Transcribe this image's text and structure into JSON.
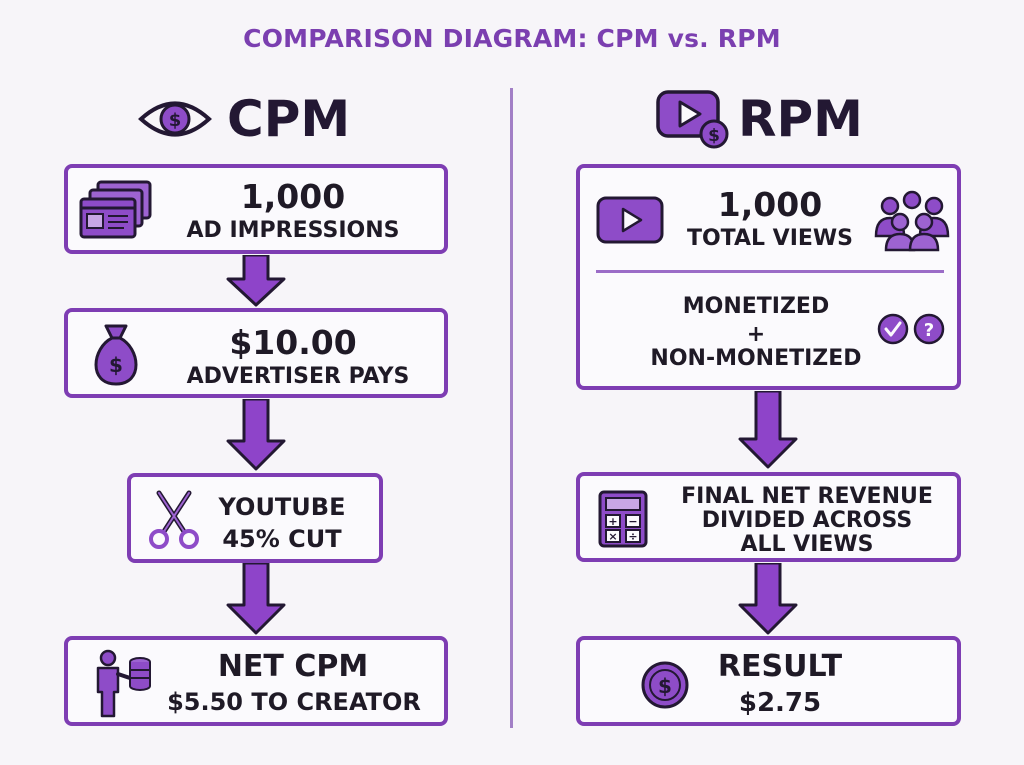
{
  "title": "COMPARISON DIAGRAM: CPM vs. RPM",
  "colors": {
    "accent": "#7e3db3",
    "text": "#1f1a26",
    "background": "#f7f5f9"
  },
  "left": {
    "heading": "CPM",
    "heading_icon": "eye-dollar-icon",
    "steps": [
      {
        "icon": "ad-screens-icon",
        "line1": "1,000",
        "line2": "AD IMPRESSIONS"
      },
      {
        "icon": "money-bag-icon",
        "line1": "$10.00",
        "line2": "ADVERTISER PAYS"
      },
      {
        "icon": "scissors-icon",
        "line1": "YOUTUBE",
        "line2": "45% CUT"
      },
      {
        "icon": "person-coins-icon",
        "line1": "NET CPM",
        "line2": "$5.50 TO CREATOR"
      }
    ]
  },
  "right": {
    "heading": "RPM",
    "heading_icon": "play-dollar-icon",
    "views": {
      "icon_left": "play-button-icon",
      "icon_right": "audience-icon",
      "line1": "1,000",
      "line2": "TOTAL VIEWS"
    },
    "monetization": {
      "line1": "MONETIZED",
      "line2": "+",
      "line3": "NON-MONETIZED",
      "icon": "check-question-icon"
    },
    "revenue": {
      "icon": "calculator-icon",
      "line1": "FINAL NET REVENUE",
      "line2": "DIVIDED ACROSS",
      "line3": "ALL VIEWS"
    },
    "result": {
      "icon": "dollar-coin-icon",
      "line1": "RESULT",
      "line2": "$2.75"
    }
  }
}
